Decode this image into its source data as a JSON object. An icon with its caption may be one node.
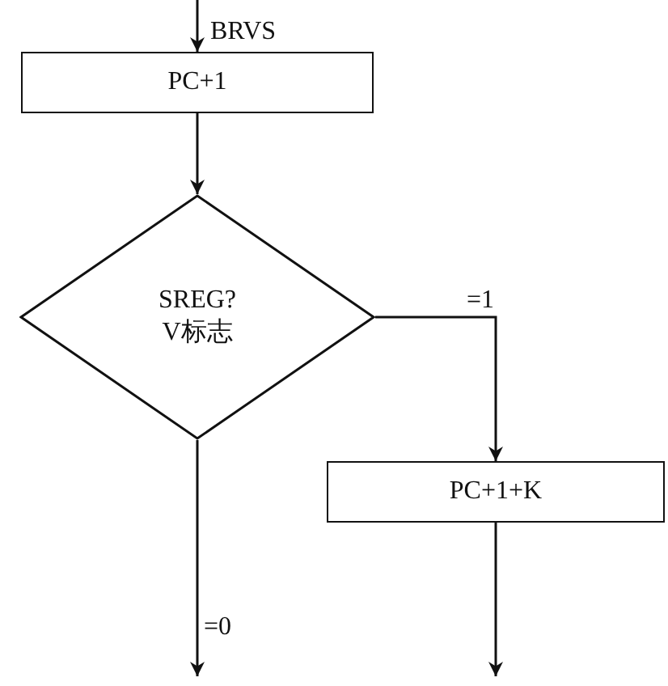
{
  "diagram": {
    "nodes": [
      {
        "text": [
          "PC+1"
        ]
      },
      {
        "text": [
          "SREG?",
          "V标志"
        ]
      },
      {
        "text": [
          "PC+1+K"
        ]
      }
    ],
    "edges": [
      {
        "from": null,
        "to": 0,
        "arrow": "to",
        "label": "BRVS"
      },
      {
        "from": 0,
        "to": 1,
        "arrow": "to"
      },
      {
        "from": 1,
        "to": 2,
        "arrow": "to",
        "label": "=1"
      },
      {
        "from": 1,
        "to": null,
        "arrow": "to",
        "label": "=0"
      },
      {
        "from": 2,
        "to": null,
        "arrow": "to"
      }
    ]
  }
}
